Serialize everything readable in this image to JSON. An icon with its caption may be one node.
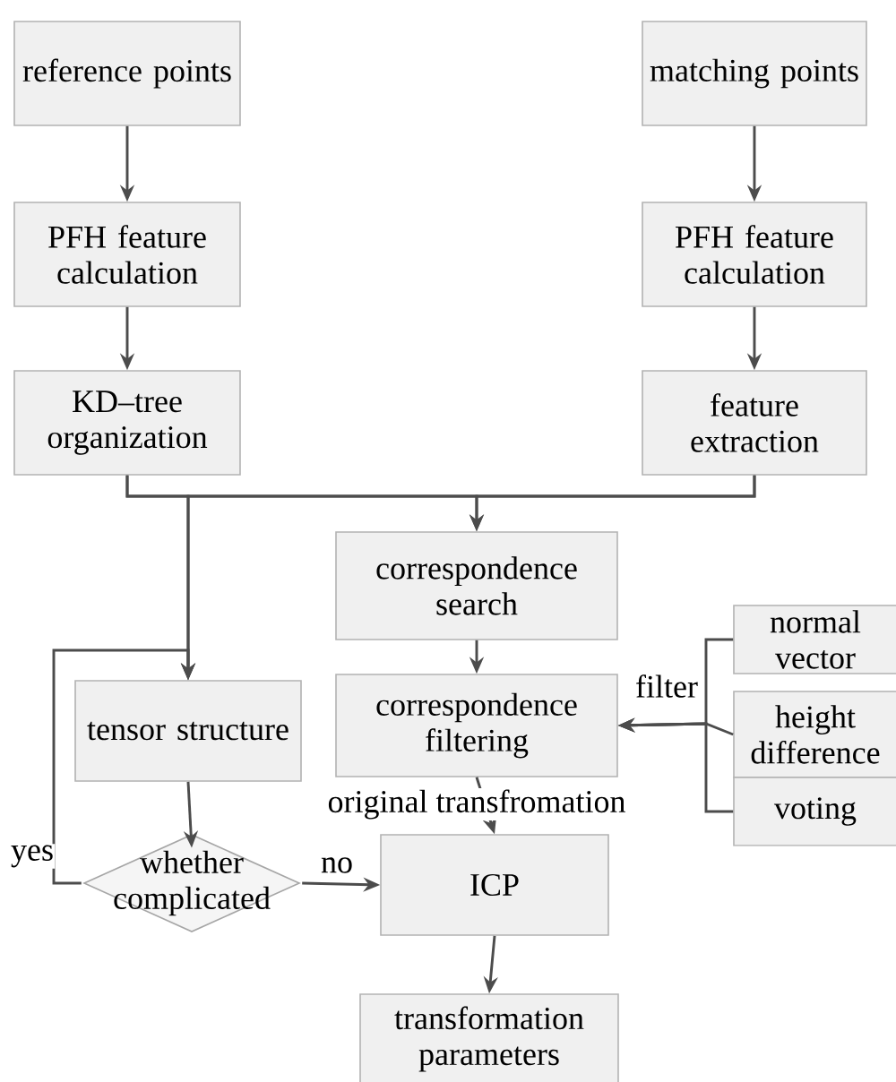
{
  "diagram": {
    "nodes": [
      {
        "text": [
          "reference points"
        ]
      },
      {
        "text": [
          "matching points"
        ]
      },
      {
        "text": [
          "PFH feature calculation"
        ]
      },
      {
        "text": [
          "PFH feature calculation"
        ]
      },
      {
        "text": [
          "KD–tree organization"
        ]
      },
      {
        "text": [
          "feature extraction"
        ]
      },
      {
        "text": [
          "correspondence search"
        ]
      },
      {
        "text": [
          "tensor structure"
        ]
      },
      {
        "text": [
          "correspondence filtering"
        ]
      },
      {
        "text": [
          "normal vector"
        ]
      },
      {
        "text": [
          "height difference"
        ]
      },
      {
        "text": [
          "voting"
        ]
      },
      {
        "text": [
          "whether complicated"
        ]
      },
      {
        "text": [
          "ICP"
        ]
      },
      {
        "text": [
          "transformation parameters"
        ]
      }
    ],
    "edges": [
      {
        "from": 0,
        "to": 2,
        "arrow": "to"
      },
      {
        "from": 1,
        "to": 3,
        "arrow": "to"
      },
      {
        "from": 2,
        "to": 4,
        "arrow": "to"
      },
      {
        "from": 3,
        "to": 5,
        "arrow": "to"
      },
      {
        "from": 4,
        "to": 6,
        "arrow": "to"
      },
      {
        "from": 5,
        "to": 6,
        "arrow": "to"
      },
      {
        "from": 4,
        "to": 7,
        "arrow": "to"
      },
      {
        "from": 5,
        "to": 7,
        "arrow": "to"
      },
      {
        "from": 6,
        "to": 8,
        "arrow": "to"
      },
      {
        "from": 9,
        "to": 8,
        "arrow": "to"
      },
      {
        "from": 10,
        "to": 8,
        "label": "filter",
        "arrow": "to"
      },
      {
        "from": 11,
        "to": 8,
        "arrow": "to"
      },
      {
        "from": 8,
        "to": 13,
        "label": "original transfromation",
        "arrow": "to"
      },
      {
        "from": 7,
        "to": 12,
        "arrow": "to"
      },
      {
        "from": 12,
        "to": 13,
        "label": "no",
        "arrow": "to"
      },
      {
        "from": 12,
        "to": 7,
        "label": "yes",
        "arrow": "to"
      },
      {
        "from": 13,
        "to": 14,
        "arrow": "to"
      }
    ]
  }
}
